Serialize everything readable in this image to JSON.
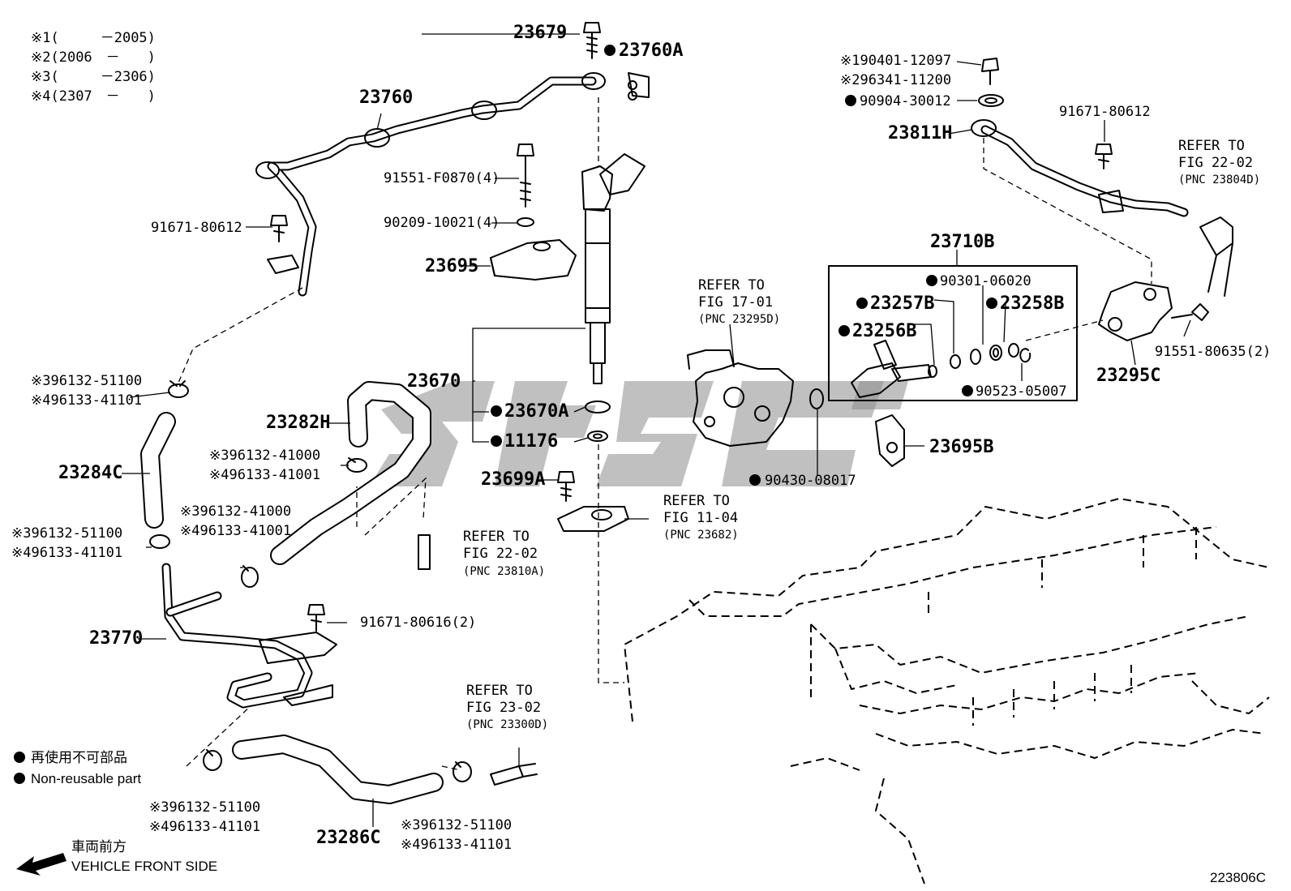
{
  "notes": [
    {
      "mark": "※1",
      "text": "(　　　－2005)"
    },
    {
      "mark": "※2",
      "text": "(2006　－　　)"
    },
    {
      "mark": "※3",
      "text": "(　　　－2306)"
    },
    {
      "mark": "※4",
      "text": "(2307　－　　)"
    }
  ],
  "callouts": {
    "c23679": "23679",
    "c23760A": "23760A",
    "c23760": "23760",
    "c91551_f0870": "91551-F0870(4)",
    "c90209": "90209-10021(4)",
    "c91671_a": "91671-80612",
    "c23695": "23695",
    "c23670": "23670",
    "c23670A": "23670A",
    "c11176": "11176",
    "c23699A": "23699A",
    "c23282H": "23282H",
    "c23284C": "23284C",
    "c23770": "23770",
    "c23286C": "23286C",
    "c91671_80616": "91671-80616(2)",
    "c23811H": "23811H",
    "c91671_b": "91671-80612",
    "c23710B": "23710B",
    "c90301": "90301-06020",
    "c23257B": "23257B",
    "c23258B": "23258B",
    "c23256B": "23256B",
    "c90523": "90523-05007",
    "c23295C": "23295C",
    "c91551_80635": "91551-80635(2)",
    "c23695B": "23695B",
    "c90430": "90430-08017",
    "c90904": "90904-30012",
    "c90401_mark": "※1",
    "c90401": "90401-12097",
    "c96341_mark": "※2",
    "c96341": "96341-11200"
  },
  "clamp_pairs": [
    {
      "m3": "※3",
      "p3": "96132-51100",
      "m4": "※4",
      "p4": "96133-41101"
    },
    {
      "m3": "※3",
      "p3": "96132-41000",
      "m4": "※4",
      "p4": "96133-41001"
    },
    {
      "m3": "※3",
      "p3": "96132-41000",
      "m4": "※4",
      "p4": "96133-41001"
    },
    {
      "m3": "※3",
      "p3": "96132-51100",
      "m4": "※4",
      "p4": "96133-41101"
    },
    {
      "m3": "※3",
      "p3": "96132-51100",
      "m4": "※4",
      "p4": "96133-41101"
    },
    {
      "m3": "※3",
      "p3": "96132-51100",
      "m4": "※4",
      "p4": "96133-41101"
    }
  ],
  "references": [
    {
      "l1": "REFER TO",
      "l2": "FIG 17-01",
      "l3": "(PNC 23295D)"
    },
    {
      "l1": "REFER TO",
      "l2": "FIG 22-02",
      "l3": "(PNC 23804D)"
    },
    {
      "l1": "REFER TO",
      "l2": "FIG 11-04",
      "l3": "(PNC 23682)"
    },
    {
      "l1": "REFER TO",
      "l2": "FIG 22-02",
      "l3": "(PNC 23810A)"
    },
    {
      "l1": "REFER TO",
      "l2": "FIG 23-02",
      "l3": "(PNC 23300D)"
    }
  ],
  "legend": {
    "jp": "再使用不可部品",
    "en": "Non-reusable part"
  },
  "front": {
    "jp": "車両前方",
    "en": "VEHICLE FRONT SIDE"
  },
  "figure_id": "223806C",
  "colors": {
    "ink": "#000000",
    "watermark": "#8c8c8c",
    "paper": "#ffffff"
  }
}
